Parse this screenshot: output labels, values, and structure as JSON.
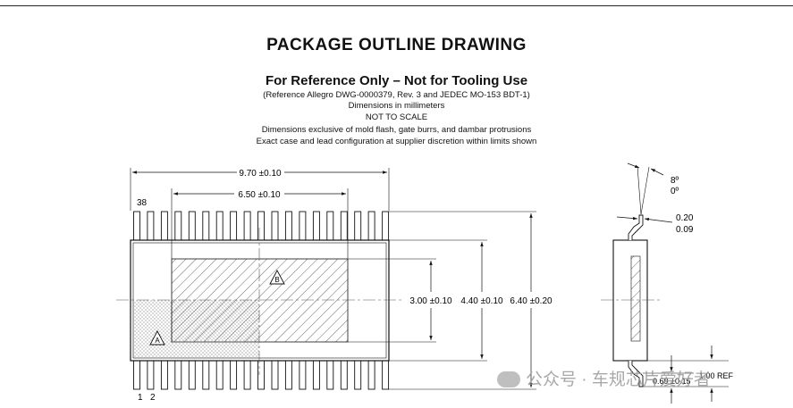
{
  "header": {
    "title": "PACKAGE OUTLINE DRAWING",
    "subtitle": "For Reference Only – Not for Tooling Use",
    "notes": [
      "(Reference Allegro DWG-0000379, Rev. 3 and JEDEC MO-153 BDT-1)",
      "Dimensions in millimeters",
      "NOT TO SCALE",
      "Dimensions exclusive of mold flash, gate burrs, and dambar protrusions",
      "Exact case and lead configuration at supplier discretion within limits shown"
    ]
  },
  "top_view": {
    "pin_label_top": "38",
    "pin_label_bottom_1": "1",
    "pin_label_bottom_2": "2",
    "marker_a": "A",
    "marker_b": "B",
    "dim_overall_length": "9.70 ±0.10",
    "dim_inner_length": "6.50 ±0.10",
    "dim_pad_height": "3.00 ±0.10",
    "dim_body_width": "4.40 ±0.10",
    "dim_overall_width": "6.40 ±0.20"
  },
  "side_view": {
    "angle_max": "8º",
    "angle_min": "0º",
    "lead_thickness_max": "0.20",
    "lead_thickness_min": "0.09",
    "foot_length_ref": "1.00 REF",
    "foot_length": "0.60 ±0.15"
  },
  "watermark": {
    "text": "公众号 · 车规芯片爱好者"
  }
}
